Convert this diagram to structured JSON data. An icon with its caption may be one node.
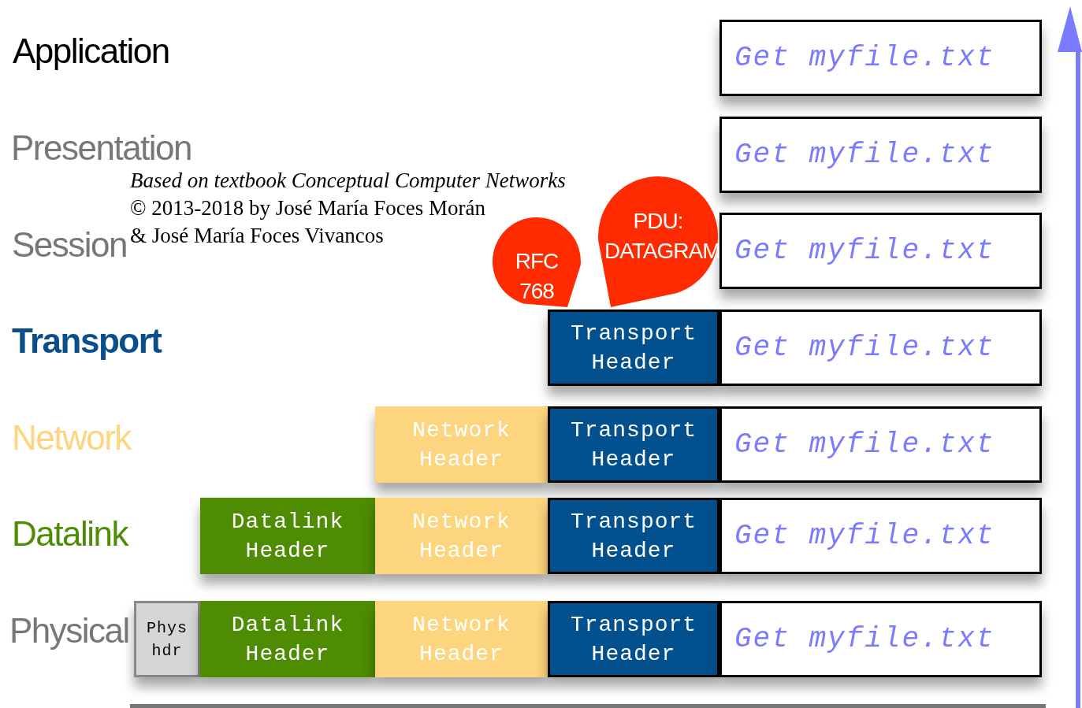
{
  "diagram": {
    "nodes": [
      {
        "text": [
          "Get myfile.txt"
        ]
      },
      {
        "text": [
          "Get myfile.txt"
        ]
      },
      {
        "text": [
          "Get myfile.txt"
        ]
      },
      {
        "text": [
          "PDU: DATAGRAM"
        ]
      },
      {
        "text": [
          "RFC 768"
        ]
      },
      {
        "text": [
          "Transport Header"
        ]
      },
      {
        "text": [
          "Get myfile.txt"
        ]
      },
      {
        "text": [
          "Network Header"
        ]
      },
      {
        "text": [
          "Transport Header"
        ]
      },
      {
        "text": [
          "Get myfile.txt"
        ]
      },
      {
        "text": [
          "Datalink Header"
        ]
      },
      {
        "text": [
          "Network Header"
        ]
      },
      {
        "text": [
          "Transport Header"
        ]
      },
      {
        "text": [
          "Get myfile.txt"
        ]
      },
      {
        "text": [
          "Phys hdr"
        ]
      },
      {
        "text": [
          "Datalink Header"
        ]
      },
      {
        "text": [
          "Network Header"
        ]
      },
      {
        "text": [
          "Transport Header"
        ]
      },
      {
        "text": [
          "Get myfile.txt"
        ]
      }
    ],
    "edges": [],
    "labels": [
      "Application",
      "Presentation",
      "*Based on textbook Conceptual Computer Networks*",
      "© 2013-2018 by José María Foces Morán",
      "Session",
      "& José María Foces Vivancos",
      "Transport",
      "Network",
      "Datalink",
      "Physical"
    ]
  }
}
